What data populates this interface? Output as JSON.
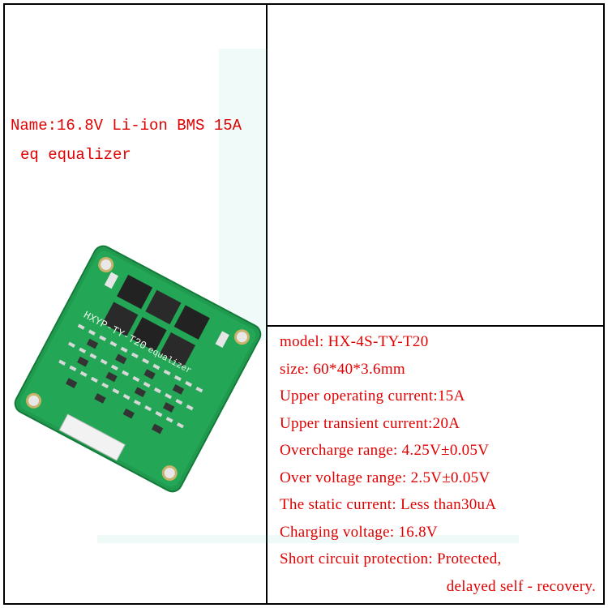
{
  "product": {
    "name_line1": "Name:16.8V Li-ion BMS 15A",
    "name_line2": "eq equalizer"
  },
  "board_silk": {
    "model_print": "HXYP-TY-T20",
    "sub_print": "equalizer"
  },
  "specs": [
    "model: HX-4S-TY-T20",
    "size:  60*40*3.6mm",
    "Upper operating current:15A",
    "Upper transient current:20A",
    "Overcharge range: 4.25V±0.05V",
    "Over voltage range: 2.5V±0.05V",
    "The static current: Less than30uA",
    "Charging voltage: 16.8V",
    "Short circuit protection: Protected,",
    "delayed self - recovery."
  ],
  "colors": {
    "text": "#e00000",
    "pcb_green": "#1f9a4e",
    "border": "#000000"
  }
}
